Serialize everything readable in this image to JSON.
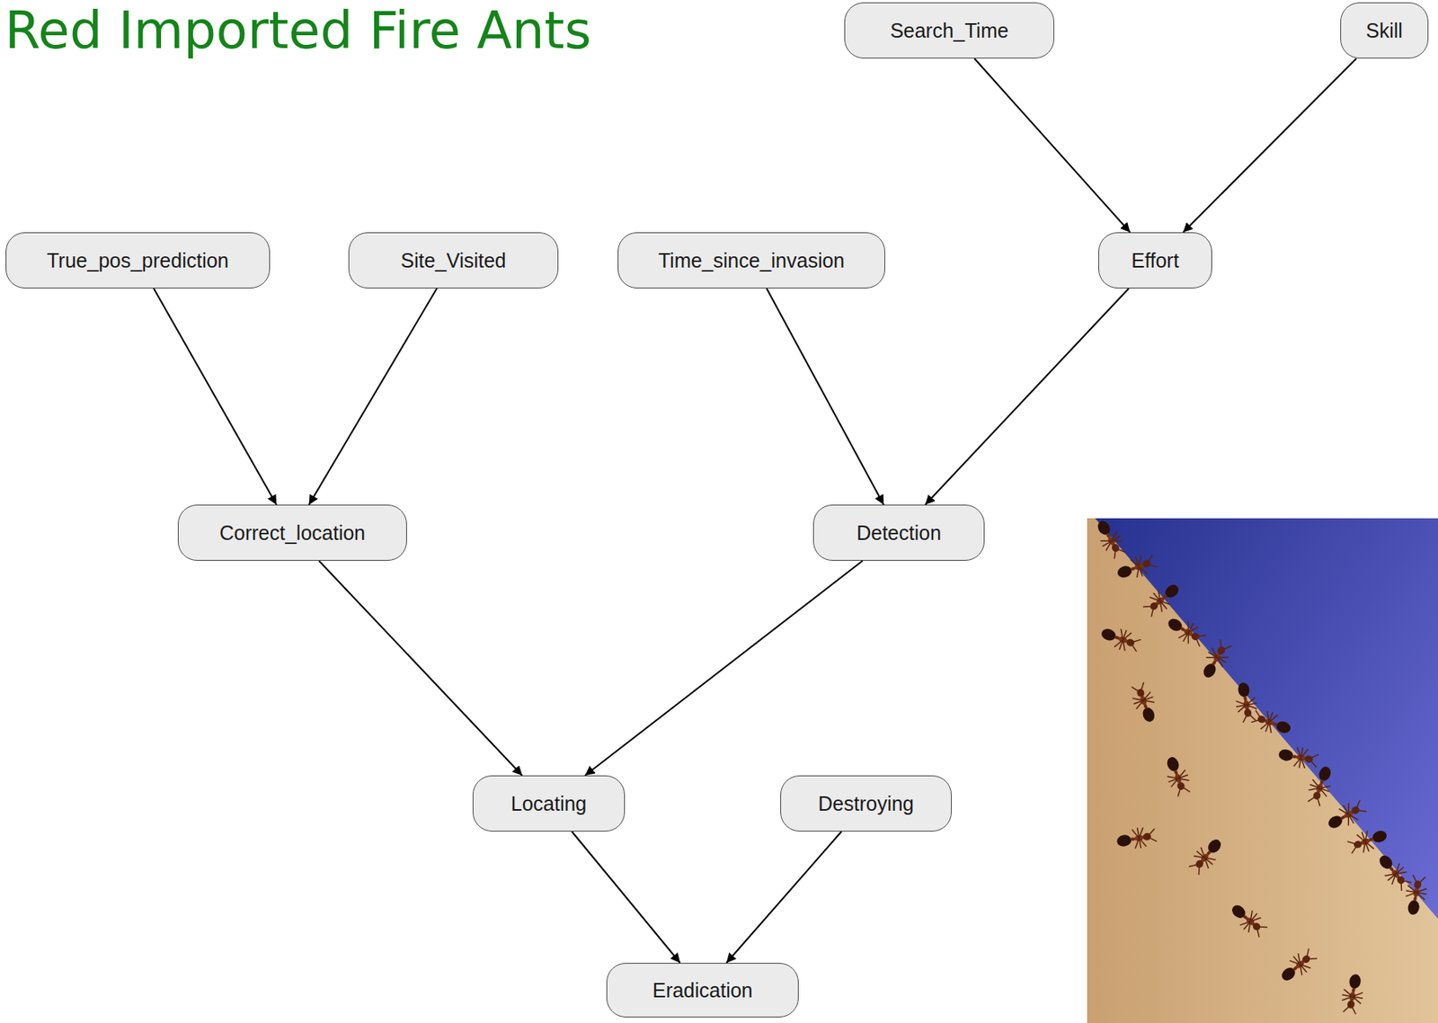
{
  "diagram": {
    "title": "Red Imported Fire Ants",
    "nodes": [
      {
        "text": [
          "Search_Time"
        ]
      },
      {
        "text": [
          "Skill"
        ]
      },
      {
        "text": [
          "True_pos_prediction"
        ]
      },
      {
        "text": [
          "Site_Visited"
        ]
      },
      {
        "text": [
          "Time_since_invasion"
        ]
      },
      {
        "text": [
          "Effort"
        ]
      },
      {
        "text": [
          "Correct_location"
        ]
      },
      {
        "text": [
          "Detection"
        ]
      },
      {
        "text": [
          "Locating"
        ]
      },
      {
        "text": [
          "Destroying"
        ]
      },
      {
        "text": [
          "Eradication"
        ]
      }
    ],
    "edges": [
      {
        "from": 0,
        "to": 5,
        "arrow": "to"
      },
      {
        "from": 1,
        "to": 5,
        "arrow": "to"
      },
      {
        "from": 2,
        "to": 6,
        "arrow": "to"
      },
      {
        "from": 3,
        "to": 6,
        "arrow": "to"
      },
      {
        "from": 4,
        "to": 7,
        "arrow": "to"
      },
      {
        "from": 5,
        "to": 7,
        "arrow": "to"
      },
      {
        "from": 6,
        "to": 8,
        "arrow": "to"
      },
      {
        "from": 7,
        "to": 8,
        "arrow": "to"
      },
      {
        "from": 8,
        "to": 10,
        "arrow": "to"
      },
      {
        "from": 9,
        "to": 10,
        "arrow": "to"
      }
    ]
  }
}
